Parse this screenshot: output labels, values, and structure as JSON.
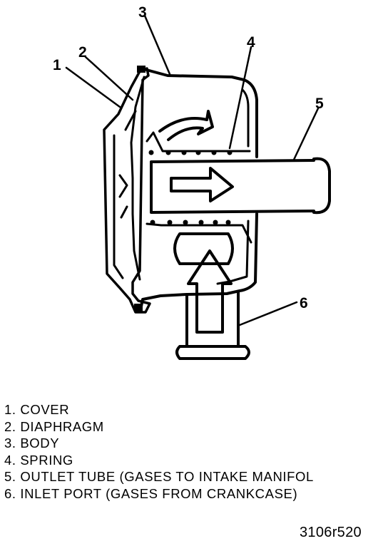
{
  "callouts": [
    "1",
    "2",
    "3",
    "4",
    "5",
    "6"
  ],
  "legend": [
    "1. COVER",
    "2. DIAPHRAGM",
    "3. BODY",
    "4. SPRING",
    "5. OUTLET TUBE (GASES TO INTAKE MANIFOL",
    "6. INLET PORT (GASES FROM CRANKCASE)"
  ],
  "figure_id": "3106r520"
}
